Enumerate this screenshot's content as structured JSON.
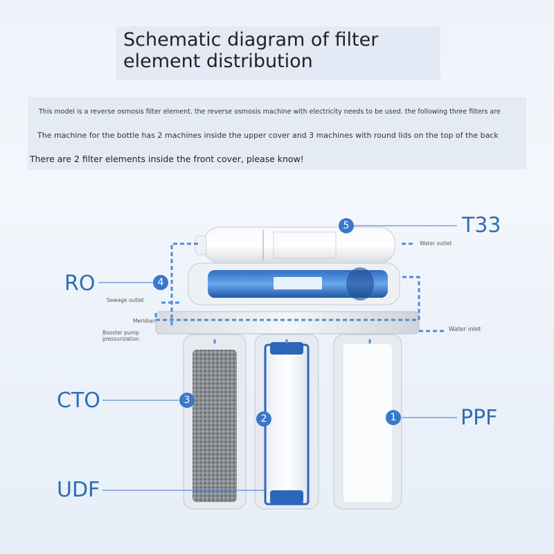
{
  "header": {
    "title": "Schematic diagram of filter element distribution"
  },
  "notes": {
    "line1": "This model is a reverse osmosis filter element. the reverse osmosis machine with electricity needs to be used. the following three filters are",
    "line2": "The machine for the bottle has 2 machines inside the upper cover and 3 machines with round lids on the top of the back",
    "line3": "There are 2 filter elements inside the front cover, please know!"
  },
  "labels": {
    "t33": "T33",
    "ro": "RO",
    "cto": "CTO",
    "udf": "UDF",
    "ppf": "PPF"
  },
  "badges": {
    "b1": "1",
    "b2": "2",
    "b3": "3",
    "b4": "4",
    "b5": "5"
  },
  "callouts": {
    "water_outlet": "Water outlet",
    "sewage_outlet": "Sewage outlet",
    "meridian": "Meridian",
    "booster_pump": "Booster pump\npressurization",
    "water_inlet": "Water inlet"
  },
  "colors": {
    "accent": "#3a78c9",
    "label_text": "#2f6db6",
    "flow_line": "#4a8fd6"
  }
}
